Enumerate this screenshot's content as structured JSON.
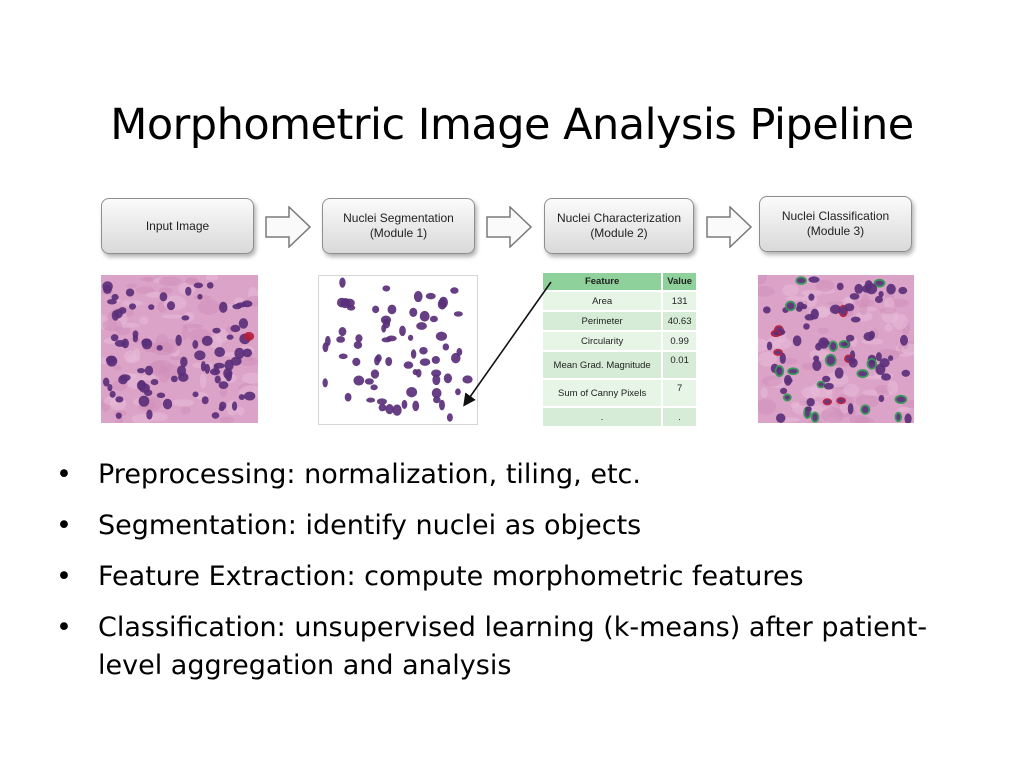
{
  "slide": {
    "title": "Morphometric Image Analysis Pipeline"
  },
  "pipeline": {
    "modules": [
      {
        "line1": "Input Image",
        "line2": ""
      },
      {
        "line1": "Nuclei Segmentation",
        "line2": "(Module 1)"
      },
      {
        "line1": "Nuclei Characterization",
        "line2": "(Module 2)"
      },
      {
        "line1": "Nuclei Classification",
        "line2": "(Module 3)"
      }
    ]
  },
  "feature_table": {
    "headers": [
      "Feature",
      "Value"
    ],
    "rows": [
      {
        "feature": "Area",
        "value": "131"
      },
      {
        "feature": "Perimeter",
        "value": "40.63"
      },
      {
        "feature": "Circularity",
        "value": "0.99"
      },
      {
        "feature": "Mean Grad. Magnitude",
        "value": "0.01"
      },
      {
        "feature": "Sum of Canny Pixels",
        "value": "7"
      },
      {
        "feature": ".",
        "value": "."
      }
    ]
  },
  "bullets": [
    "Preprocessing: normalization, tiling, etc.",
    "Segmentation: identify nuclei as objects",
    "Feature Extraction: compute morphometric features",
    "Classification: unsupervised learning (k-means) after patient-level aggregation and analysis"
  ],
  "bullet_marker": "•",
  "colors": {
    "tissue_background": "#dca3c8",
    "nucleus": "#5a2f7a",
    "class_green": "#2e9a52",
    "class_red": "#b31e3c",
    "table_header": "#8fd19b"
  }
}
